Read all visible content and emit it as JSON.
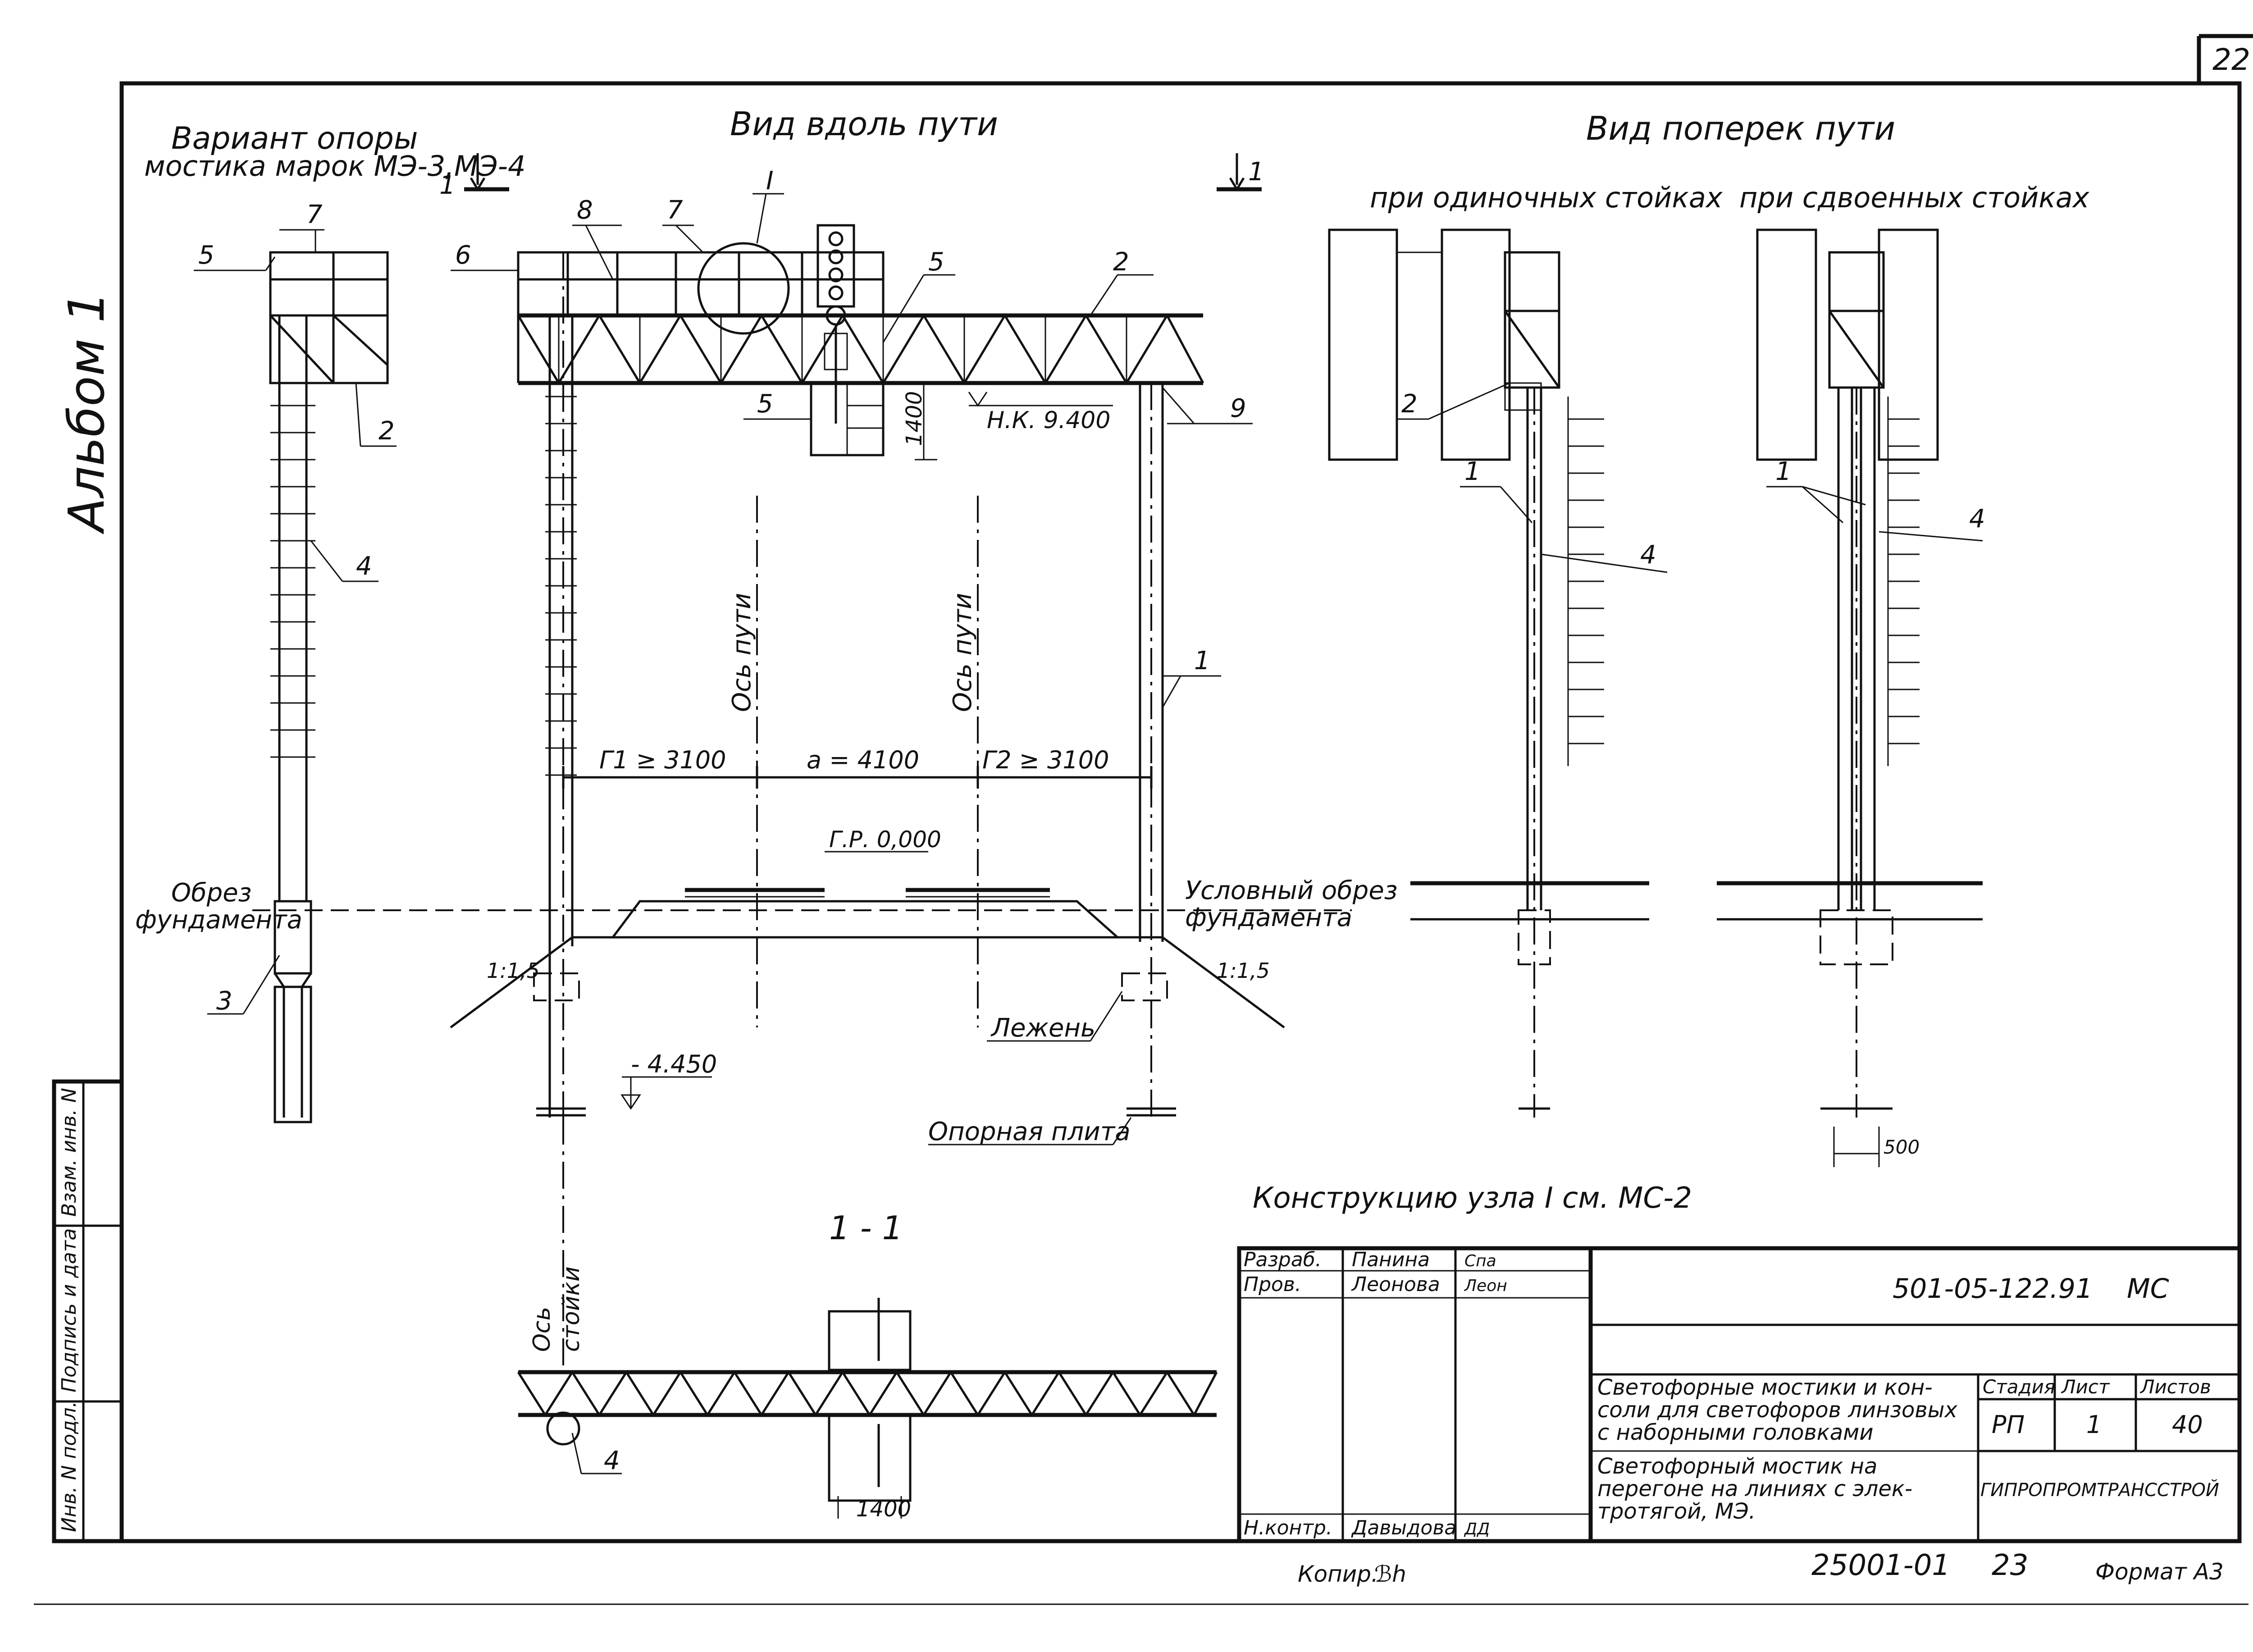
{
  "sheet": {
    "page_number": "22",
    "album": "Альбом 1",
    "format": "Формат А3",
    "copied": "Копир.",
    "copied_sign": "ℬh",
    "archive_number": "25001-01",
    "archive_page": "23"
  },
  "views": {
    "support_variant_line1": "Вариант опоры",
    "support_variant_line2": "мостика марок МЭ-3,МЭ-4",
    "along_track": "Вид вдоль пути",
    "across_track": "Вид поперек пути",
    "single_posts": "при одиночных стойках",
    "double_posts": "при сдвоенных стойках",
    "section": "1 - 1",
    "section_mark": "1",
    "node_note": "Конструкцию узла I см. МС-2",
    "node_mark": "I"
  },
  "labels": {
    "track_axis": "Ось пути",
    "post_axis_1": "Ось",
    "post_axis_2": "стойки",
    "foundation_cut_1": "Обрез",
    "foundation_cut_2": "фундамента",
    "conditional_cut_1": "Условный обрез",
    "conditional_cut_2": "фундамента",
    "sleeper": "Лежень",
    "base_plate": "Опорная плита",
    "slope_left": "1:1,5",
    "slope_right": "1:1,5"
  },
  "dimensions": {
    "r1": "Г1 ≥ 3100",
    "a": "a = 4100",
    "r2": "Г2 ≥ 3100",
    "rail_head": "Г.Р. 0,000",
    "bottom_construction": "Н.К. 9.400",
    "depth": "- 4.450",
    "height_1400": "1400",
    "width_1400": "1400",
    "width_500": "500"
  },
  "callouts": [
    "1",
    "2",
    "3",
    "4",
    "5",
    "6",
    "7",
    "8",
    "9"
  ],
  "stamp": {
    "developed_label": "Разраб.",
    "developed_name": "Панина",
    "developed_sign": "Спа",
    "checked_label": "Пров.",
    "checked_name": "Леонова",
    "checked_sign": "Леон",
    "norm_label": "Н.контр.",
    "norm_name": "Давыдова",
    "norm_sign": "ДД",
    "doc_code": "501-05-122.91",
    "doc_mark": "МС",
    "title_line1": "Светофорные мостики и кон-",
    "title_line2": "соли для светофоров линзовых",
    "title_line3": "с наборными головками",
    "sheet_title_line1": "Светофорный мостик на",
    "sheet_title_line2": "перегоне на линиях с элек-",
    "sheet_title_line3": "тротягой, МЭ.",
    "stage_label": "Стадия",
    "sheet_label": "Лист",
    "sheets_label": "Листов",
    "stage_value": "РП",
    "sheet_value": "1",
    "sheets_value": "40",
    "organization": "ГИПРОПРОМТРАНССТРОЙ"
  },
  "side_stamp": {
    "inv_orig": "Инв. N подл.",
    "sign_date": "Подпись и дата",
    "replaced_inv": "Взам. инв. N"
  }
}
